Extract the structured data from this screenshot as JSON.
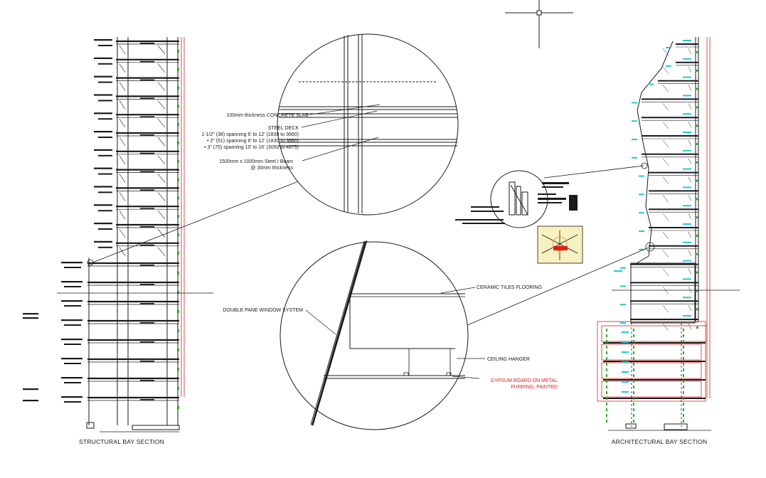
{
  "drawing": {
    "left_title": "STRUCTURAL BAY SECTION",
    "right_title": "ARCHITECTURAL BAY SECTION"
  },
  "detail_top": {
    "slab_label": "100mm thickness CONCRETE SLAB",
    "deck_title": "STEEL DECK",
    "deck_lines": [
      "1-1/2\" (38) spanning 6' to 12' (1830 to 3660)",
      "• 2\" (51) spanning 6' to 12' (1830 to 3660)",
      "• 3\" (75) spanning 10' to 16' (3050 to 4875)"
    ],
    "beam_line1": "1500mm x 1000mm Steel I Beam",
    "beam_line2": "@ 30mm thickness"
  },
  "detail_bottom": {
    "window_label": "DOUBLE PANE WINDOW SYSTEM",
    "tiles_label": "CERAMIC TILES FLOORING",
    "hanger_label": "CEILING HANGER",
    "gypsum_line1": "GYPSUM BOARD ON METAL",
    "gypsum_line2": "FURRING, PAINTED"
  },
  "colors": {
    "line": "#1a1a1a",
    "red_note": "#e0201a",
    "dim_red": "#d42020",
    "green_mark": "#21b021",
    "cyan_tag": "#20c8d8",
    "thumb_bg": "#f7f0c0"
  }
}
